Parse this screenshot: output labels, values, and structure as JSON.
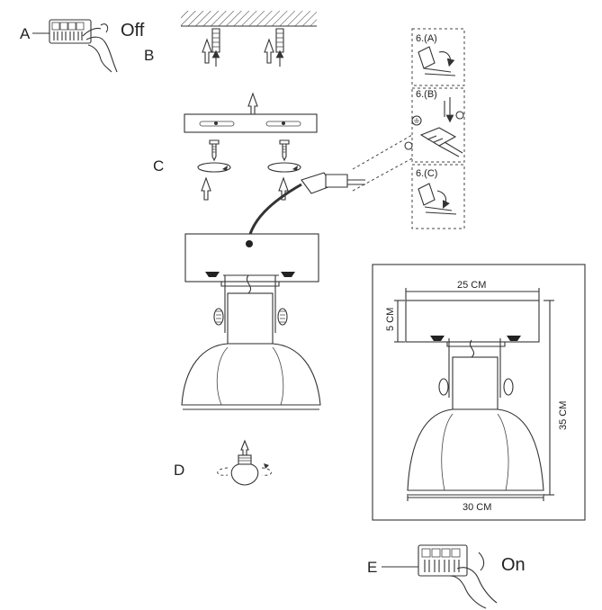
{
  "steps": {
    "a": "A",
    "b": "B",
    "c": "C",
    "d": "D",
    "e": "E"
  },
  "switch_states": {
    "off": "Off",
    "on": "On"
  },
  "detail_steps": {
    "step_a": "6.(A)",
    "step_b": "6.(B)",
    "step_c": "6.(C)"
  },
  "dimensions": {
    "top_width": "25 CM",
    "base_height": "5 CM",
    "total_height": "35 CM",
    "shade_width": "30 CM"
  },
  "icons": [
    "switch-off-icon",
    "switch-on-icon",
    "hand-icon",
    "ground-icon",
    "light-bulb-icon",
    "screw-icon",
    "wall-plug-icon",
    "rotate-arrow-icon",
    "up-arrow-icon"
  ]
}
